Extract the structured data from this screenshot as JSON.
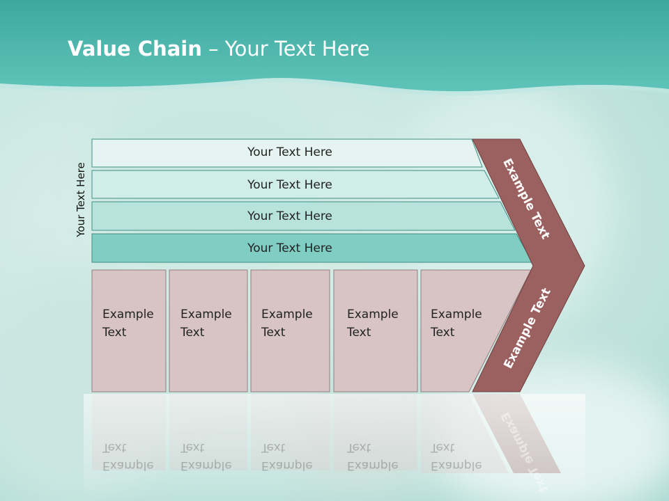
{
  "slide": {
    "title_bold": "Value Chain",
    "title_rest": " – Your Text Here",
    "side_label": "Your Text Here",
    "bars": [
      {
        "label": "Your Text Here",
        "color": "#e6f4f1"
      },
      {
        "label": "Your Text Here",
        "color": "#d1ede8"
      },
      {
        "label": "Your Text Here",
        "color": "#b8e3dc"
      },
      {
        "label": "Your Text Here",
        "color": "#7fcdc3"
      }
    ],
    "cells": [
      {
        "line1": "Example",
        "line2": "Text"
      },
      {
        "line1": "Example",
        "line2": "Text"
      },
      {
        "line1": "Example",
        "line2": "Text"
      },
      {
        "line1": "Example",
        "line2": "Text"
      },
      {
        "line1": "Example",
        "line2": "Text"
      }
    ],
    "chevron_top": "Example Text",
    "chevron_bottom": "Example Text",
    "colors": {
      "header": "#43b5aa",
      "cell_fill": "#d8c4c4",
      "chevron": "#9b6060"
    }
  }
}
